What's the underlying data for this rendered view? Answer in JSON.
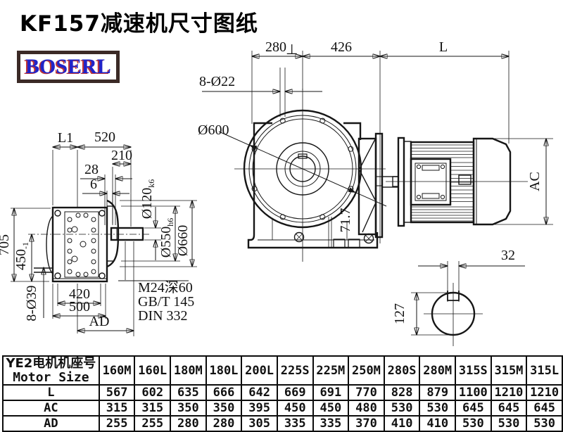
{
  "title": "KF157减速机尺寸图纸",
  "logo_text": "BOSERL",
  "drawing": {
    "top_dims": {
      "d280": "280",
      "perp_mark": "⊥",
      "d426": "426",
      "dL": "L"
    },
    "front": {
      "bolt_note": "8-Ø22",
      "flange_dia": "Ø600",
      "angled_note": "71.7"
    },
    "motor_dims": {
      "ac": "AC"
    },
    "shaft_section": {
      "key_width": "32",
      "shaft_dia": "127"
    },
    "side": {
      "l1": "L1",
      "d520": "520",
      "d210": "210",
      "d28": "28",
      "d6": "6",
      "dia120": "Ø120",
      "dia120_tol": "k6",
      "dia550": "Ø550",
      "dia550_tol": "h6",
      "dia660": "Ø660",
      "d705": "705",
      "d450": "450",
      "d450_tol": "-1",
      "foot_holes": "8-Ø39",
      "d420": "420",
      "d500": "500",
      "ad": "AD",
      "tap_note_line1": "M24深60",
      "tap_note_line2": "GB/T 145",
      "tap_note_line3": "DIN 332"
    }
  },
  "table": {
    "header_cn": "YE2电机机座号",
    "header_en": "Motor Size",
    "columns": [
      "160M",
      "160L",
      "180M",
      "180L",
      "200L",
      "225S",
      "225M",
      "250M",
      "280S",
      "280M",
      "315S",
      "315M",
      "315L"
    ],
    "rows": [
      {
        "label": "L",
        "values": [
          "567",
          "602",
          "635",
          "666",
          "642",
          "669",
          "691",
          "770",
          "828",
          "879",
          "1100",
          "1210",
          "1210"
        ]
      },
      {
        "label": "AC",
        "values": [
          "315",
          "315",
          "350",
          "350",
          "395",
          "450",
          "450",
          "480",
          "530",
          "530",
          "645",
          "645",
          "645"
        ]
      },
      {
        "label": "AD",
        "values": [
          "255",
          "255",
          "280",
          "280",
          "305",
          "335",
          "335",
          "370",
          "410",
          "410",
          "530",
          "530",
          "530"
        ]
      }
    ]
  }
}
